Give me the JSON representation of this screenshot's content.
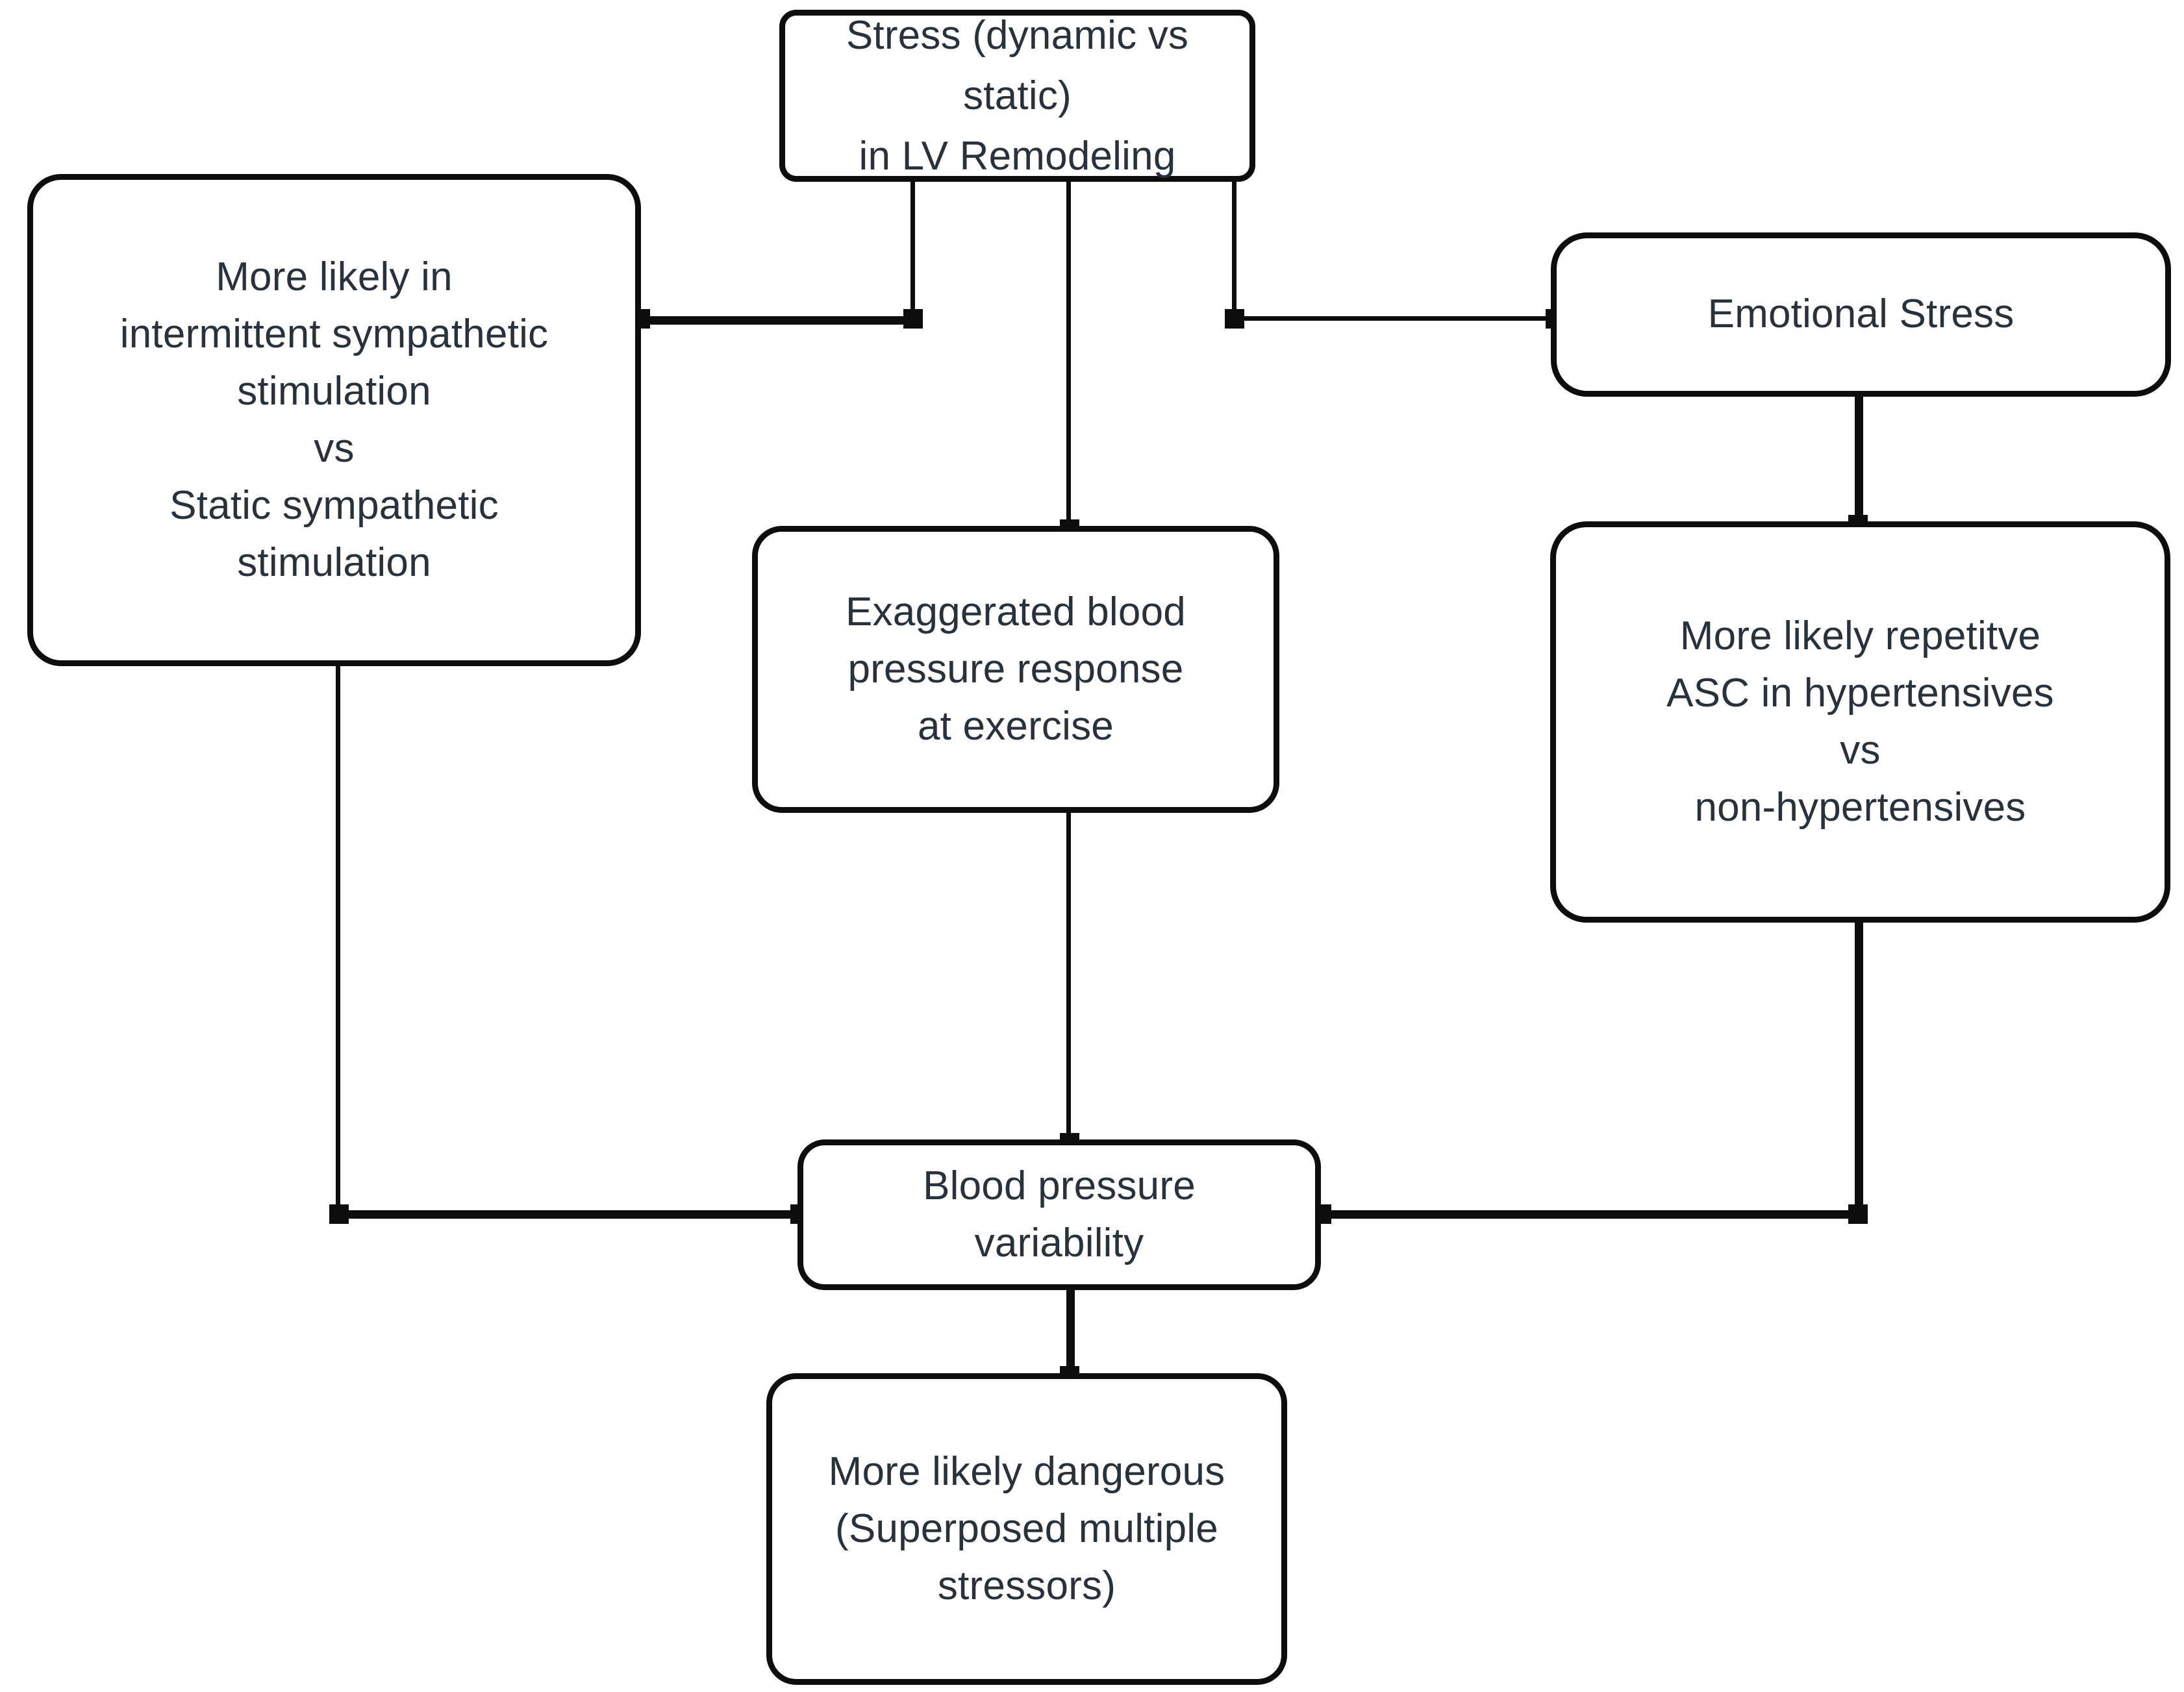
{
  "diagram": {
    "title": "Stress (dynamic vs static) in LV Remodeling flowchart",
    "colors": {
      "background": "#ffffff",
      "node_border": "#0d0d0d",
      "node_fill": "#ffffff",
      "text": "#27323c",
      "connector": "#0d0d0d"
    },
    "nodes": [
      {
        "id": "stress",
        "name": "stress-root",
        "text": "Stress  (dynamic vs static)\nin LV Remodeling"
      },
      {
        "id": "sympathetic",
        "name": "intermittent-vs-static-sympathetic",
        "text": "More likely in\nintermittent sympathetic\nstimulation\nvs\nStatic sympathetic\nstimulation"
      },
      {
        "id": "emotional",
        "name": "emotional-stress",
        "text": "Emotional Stress"
      },
      {
        "id": "exaggerated",
        "name": "exaggerated-bp-response",
        "text": "Exaggerated blood\npressure response\nat exercise"
      },
      {
        "id": "asc",
        "name": "repetitive-asc-hypertensives",
        "text": "More likely repetitve\nASC in hypertensives\nvs\nnon-hypertensives"
      },
      {
        "id": "bpv",
        "name": "blood-pressure-variability",
        "text": "Blood pressure\nvariability"
      },
      {
        "id": "dangerous",
        "name": "more-likely-dangerous",
        "text": "More likely dangerous\n(Superposed multiple\nstressors)"
      }
    ],
    "edges": [
      {
        "from": "stress",
        "to": "sympathetic",
        "style": "orthogonal"
      },
      {
        "from": "stress",
        "to": "exaggerated",
        "style": "straight-down"
      },
      {
        "from": "stress",
        "to": "emotional",
        "style": "orthogonal"
      },
      {
        "from": "emotional",
        "to": "asc",
        "style": "straight-down"
      },
      {
        "from": "sympathetic",
        "to": "bpv",
        "style": "orthogonal"
      },
      {
        "from": "exaggerated",
        "to": "bpv",
        "style": "straight-down"
      },
      {
        "from": "asc",
        "to": "bpv",
        "style": "orthogonal"
      },
      {
        "from": "bpv",
        "to": "dangerous",
        "style": "straight-down"
      }
    ]
  }
}
